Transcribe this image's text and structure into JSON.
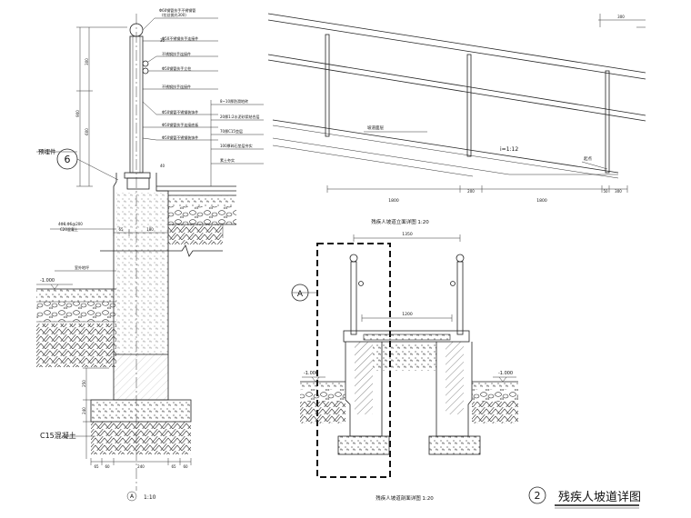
{
  "left_section": {
    "labels": {
      "rail_top": "Φ60钢管扶手不锈钢管",
      "rail_top_sub": "(拉丝抛光300)",
      "clamp": "Φ50不锈钢扶手连接件",
      "post_a": "不锈钢扶手连接件",
      "post_b": "Φ50钢管扶手立柱",
      "bolt": "Φ50钢管不锈钢装饰件",
      "base_plate": "Φ50钢管扶手连接底板",
      "layer1": "8~10厚防滑地砖",
      "layer2": "20厚1:2水泥砂浆结合层",
      "layer3": "70厚C15垫层",
      "layer4": "100厚碎石垫层夯实",
      "layer5": "素土夯实",
      "embed": "预埋件",
      "rebar": "4Φ8,Φ6@200",
      "rebar_sub": "C20混凝土",
      "ground_note": "室外地坪",
      "concrete": "C15混凝土",
      "ground_level": "-1.000"
    },
    "dims_vertical": [
      "300",
      "900",
      "600",
      "250",
      "240"
    ],
    "dims_small": [
      "30",
      "40"
    ],
    "dims_horizontal": [
      "65",
      "60",
      "240",
      "65",
      "60"
    ],
    "dim_180": "180",
    "dim_65": "65",
    "detail_num": "6",
    "caption_symbol": "A",
    "caption_scale": "1:10"
  },
  "elevation": {
    "slope_label": "坡道面层",
    "gradient": "i=1:12",
    "start_label": "起点",
    "dim_top": "300",
    "dims_bottom": [
      "1800",
      "200",
      "1800",
      "50",
      "300"
    ],
    "caption": "残疾人坡道立面详图 1:20"
  },
  "cross_section": {
    "dim_total": "1350",
    "dim_inner": "1200",
    "level_left": "-1.000",
    "level_right": "-1.000",
    "section_marker": "A",
    "caption": "残疾人坡道剖面详图 1:20"
  },
  "title_block": {
    "number": "2",
    "title": "残疾人坡道详图"
  }
}
